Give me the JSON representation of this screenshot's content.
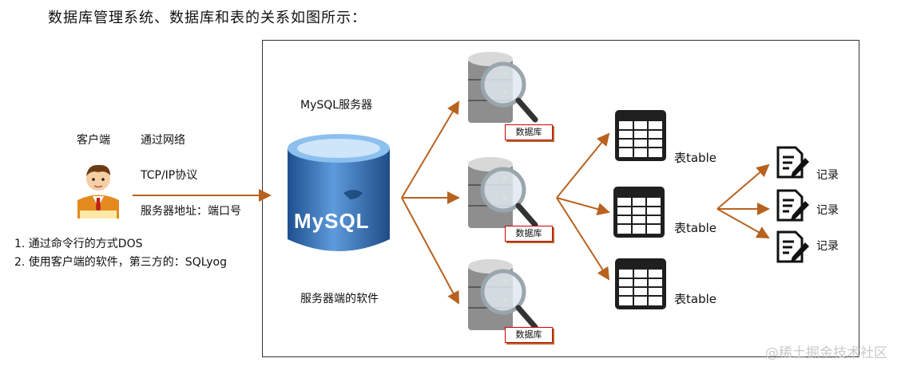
{
  "caption": "数据库管理系统、数据库和表的关系如图所示：",
  "client": {
    "label": "客户端",
    "methods": [
      "1. 通过命令行的方式DOS",
      "2. 使用客户端的软件，第三方的：SQLyog"
    ]
  },
  "connection": {
    "network": "通过网络",
    "protocol": "TCP/IP协议",
    "address": "服务器地址：端口号"
  },
  "server": {
    "title": "MySQL服务器",
    "logo": "MySQL",
    "software": "服务器端的软件"
  },
  "databases": [
    "数据库",
    "数据库",
    "数据库"
  ],
  "tables": [
    "表table",
    "表table",
    "表table"
  ],
  "records": [
    "记录",
    "记录",
    "记录"
  ],
  "watermark": "@稀土掘金技术社区",
  "colors": {
    "arrow": "#b8621f",
    "db_label_border": "#cc0000",
    "cylinder": "#2f6fb5"
  }
}
